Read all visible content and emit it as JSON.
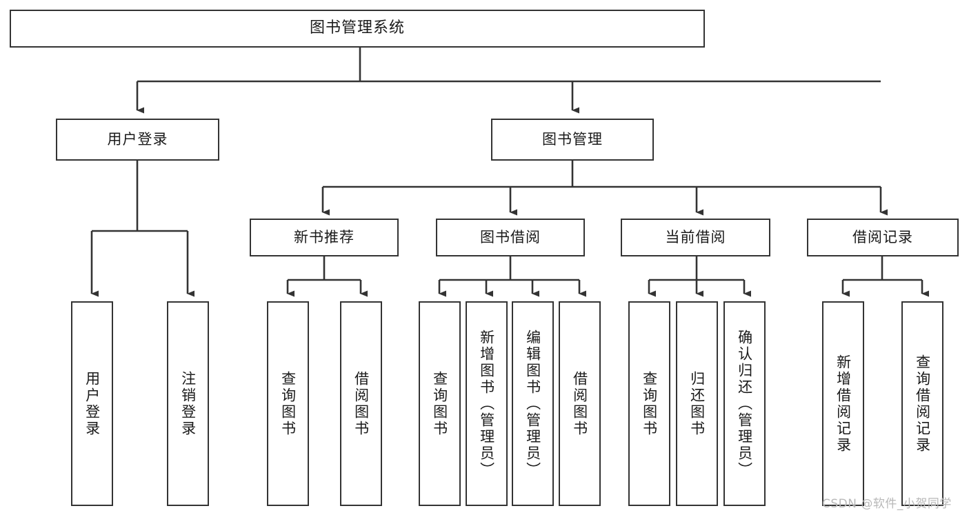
{
  "diagram": {
    "type": "tree-hierarchy-chart",
    "title": "图书管理系统",
    "watermark": "CSDN @软件_小贺同学",
    "colors": {
      "box_border": "#333333",
      "box_fill": "#ffffff",
      "edge": "#333333",
      "text": "#1a1a1a",
      "watermark": "#b8b8b8",
      "background": "#ffffff"
    },
    "nodes": {
      "root": {
        "label": "图书管理系统",
        "level": 1
      },
      "user_login": {
        "label": "用户登录",
        "level": 2
      },
      "book_manage": {
        "label": "图书管理",
        "level": 2
      },
      "new_book_rec": {
        "label": "新书推荐",
        "level": 3
      },
      "book_borrow": {
        "label": "图书借阅",
        "level": 3
      },
      "current_borrow": {
        "label": "当前借阅",
        "level": 3
      },
      "borrow_record": {
        "label": "借阅记录",
        "level": 3
      },
      "leaf_user_login": {
        "label": "用户登录",
        "level": 4
      },
      "leaf_logout": {
        "label": "注销登录",
        "level": 4
      },
      "leaf_query_book_1": {
        "label": "查询图书",
        "level": 4
      },
      "leaf_borrow_book_1": {
        "label": "借阅图书",
        "level": 4
      },
      "leaf_query_book_2": {
        "label": "查询图书",
        "level": 4
      },
      "leaf_add_book": {
        "label": "新增图书（管理员）",
        "level": 4
      },
      "leaf_edit_book": {
        "label": "编辑图书（管理员）",
        "level": 4
      },
      "leaf_borrow_book_2": {
        "label": "借阅图书",
        "level": 4
      },
      "leaf_query_book_3": {
        "label": "查询图书",
        "level": 4
      },
      "leaf_return_book": {
        "label": "归还图书",
        "level": 4
      },
      "leaf_confirm_return": {
        "label": "确认归还（管理员）",
        "level": 4
      },
      "leaf_add_record": {
        "label": "新增借阅记录",
        "level": 4
      },
      "leaf_query_record": {
        "label": "查询借阅记录",
        "level": 4
      }
    },
    "edges": [
      {
        "from": "root",
        "to": "user_login"
      },
      {
        "from": "root",
        "to": "book_manage"
      },
      {
        "from": "user_login",
        "to": "leaf_user_login"
      },
      {
        "from": "user_login",
        "to": "leaf_logout"
      },
      {
        "from": "book_manage",
        "to": "new_book_rec"
      },
      {
        "from": "book_manage",
        "to": "book_borrow"
      },
      {
        "from": "book_manage",
        "to": "current_borrow"
      },
      {
        "from": "book_manage",
        "to": "borrow_record"
      },
      {
        "from": "new_book_rec",
        "to": "leaf_query_book_1"
      },
      {
        "from": "new_book_rec",
        "to": "leaf_borrow_book_1"
      },
      {
        "from": "book_borrow",
        "to": "leaf_query_book_2"
      },
      {
        "from": "book_borrow",
        "to": "leaf_add_book"
      },
      {
        "from": "book_borrow",
        "to": "leaf_edit_book"
      },
      {
        "from": "book_borrow",
        "to": "leaf_borrow_book_2"
      },
      {
        "from": "current_borrow",
        "to": "leaf_query_book_3"
      },
      {
        "from": "current_borrow",
        "to": "leaf_return_book"
      },
      {
        "from": "current_borrow",
        "to": "leaf_confirm_return"
      },
      {
        "from": "borrow_record",
        "to": "leaf_add_record"
      },
      {
        "from": "borrow_record",
        "to": "leaf_query_record"
      }
    ]
  }
}
